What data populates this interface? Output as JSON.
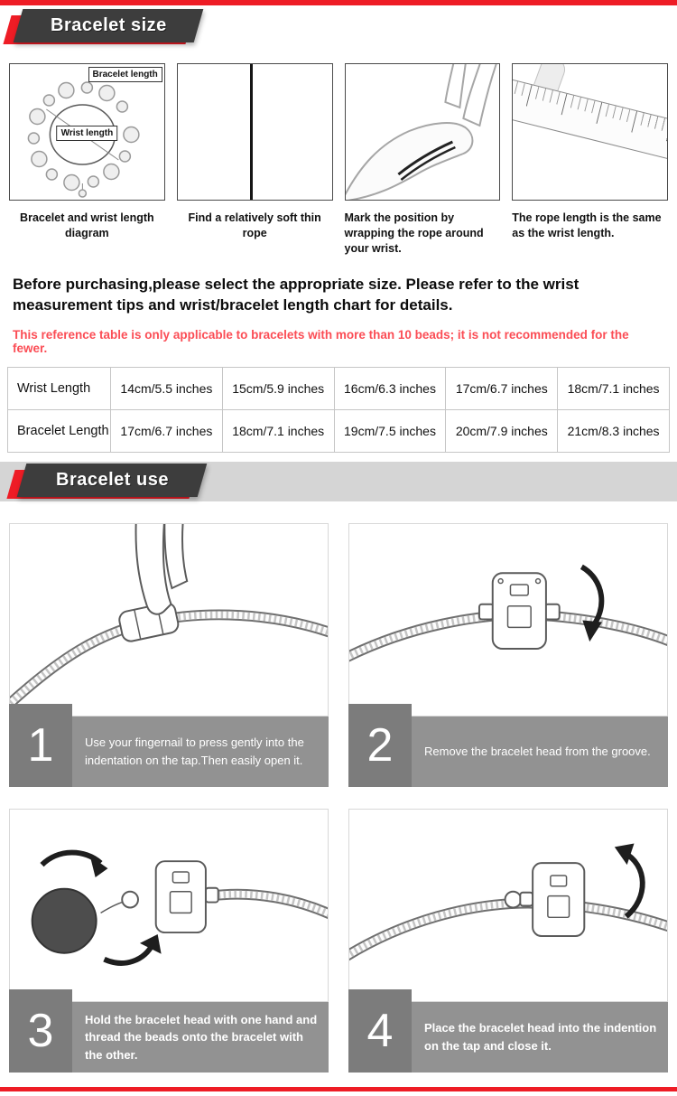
{
  "colors": {
    "accent_red": "#ee1c25",
    "note_red": "#fb4d55",
    "ribbon_dark": "#3d3d3d",
    "band_gray": "#d5d5d5",
    "caption_gray": "#929292",
    "number_gray": "#7c7c7c"
  },
  "size_section": {
    "title": "Bracelet size"
  },
  "use_section": {
    "title": "Bracelet use"
  },
  "measure_steps": [
    {
      "caption": "Bracelet and wrist length diagram",
      "label_top": "Bracelet length",
      "label_inner": "Wrist length"
    },
    {
      "caption": "Find a relatively soft thin rope"
    },
    {
      "caption": "Mark the position by wrapping the rope around your wrist."
    },
    {
      "caption": "The rope length is the same as the wrist length."
    }
  ],
  "intro_text": "Before purchasing,please select the appropriate size. Please refer to the wrist measurement tips and wrist/bracelet length chart for details.",
  "note_text": "This reference table is only applicable to bracelets with more than 10 beads; it is not recommended for the fewer.",
  "size_table": {
    "rows": [
      {
        "header": "Wrist Length",
        "cells": [
          "14cm/5.5 inches",
          "15cm/5.9 inches",
          "16cm/6.3 inches",
          "17cm/6.7 inches",
          "18cm/7.1 inches"
        ]
      },
      {
        "header": "Bracelet Length",
        "cells": [
          "17cm/6.7 inches",
          "18cm/7.1 inches",
          "19cm/7.5 inches",
          "20cm/7.9 inches",
          "21cm/8.3 inches"
        ]
      }
    ]
  },
  "use_steps": [
    {
      "number": "1",
      "caption": "Use your fingernail to press gently into the indentation on the tap.Then easily open it."
    },
    {
      "number": "2",
      "caption": "Remove the bracelet head from the groove."
    },
    {
      "number": "3",
      "caption": "Hold the bracelet head with one hand and thread the beads onto the bracelet with the other."
    },
    {
      "number": "4",
      "caption": "Place the bracelet head into the indention on the tap and close it."
    }
  ]
}
